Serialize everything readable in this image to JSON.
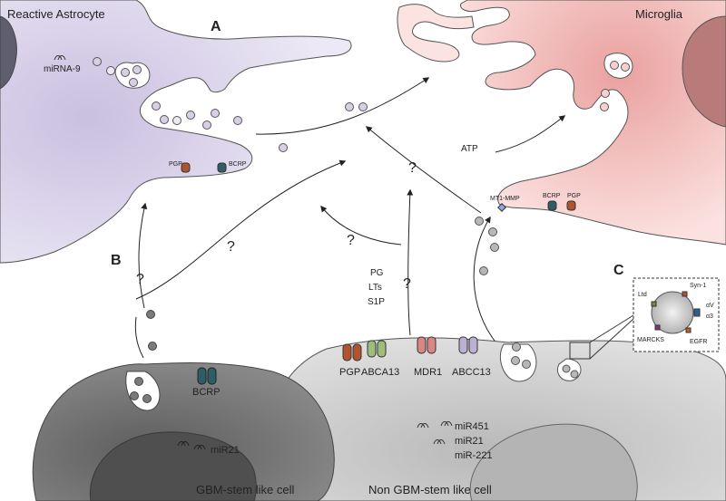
{
  "colors": {
    "astrocyte": "#d9d3ea",
    "astrocyte_core": "#5f5e6e",
    "microglia": "#f2b9b6",
    "microglia_core": "#b97a7a",
    "gbm_cell": "#767676",
    "non_gbm_cell": "#c9c9c9",
    "vesicle_light": "#d8cfe6",
    "vesicle_gray": "#9c9c9c",
    "pgp": "#b0542f",
    "bcrp": "#2f5d66",
    "abca13": "#9dbd7a",
    "mdr1": "#d98785",
    "abcc13": "#bdb1d3"
  },
  "panels": {
    "a": "A",
    "b": "B",
    "c": "C"
  },
  "astrocyte": {
    "title": "Reactive Astrocyte",
    "mirna": "miRNA-9",
    "pgp": "PGP",
    "bcrp": "BCRP"
  },
  "microglia": {
    "title": "Microglia",
    "atp": "ATP",
    "mt1mmp": "MT1-MMP",
    "bcrp": "BCRP",
    "pgp": "PGP"
  },
  "question_mark": "?",
  "mediators": {
    "pg": "PG",
    "lts": "LTs",
    "s1p": "S1P"
  },
  "transporters": {
    "pgp": "PGP",
    "abca13": "ABCA13",
    "mdr1": "MDR1",
    "abcc13": "ABCC13"
  },
  "gbm_cell": {
    "name": "GBM-stem like cell",
    "bcrp": "BCRP",
    "mir": "miR21"
  },
  "non_gbm_cell": {
    "name": "Non GBM-stem like cell",
    "mirs": [
      "miR451",
      "miR21",
      "miR-221"
    ]
  },
  "exosome_inset": {
    "ltd": "Ltd",
    "syn1": "Syn-1",
    "av": "αV",
    "a3": "α3",
    "marcks": "MARCKS",
    "egfr": "EGFR"
  }
}
